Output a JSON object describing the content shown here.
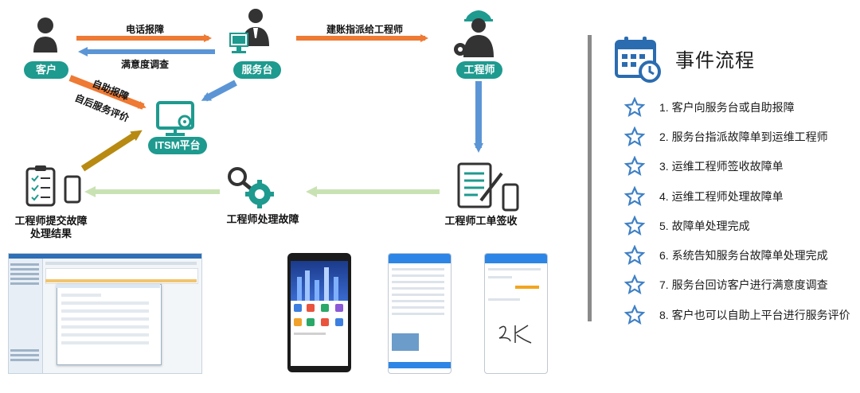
{
  "nodes": {
    "customer": "客户",
    "service_desk": "服务台",
    "engineer": "工程师",
    "itsm": "ITSM平台",
    "sign_off": "工程师工单签收",
    "process": "工程师处理故障",
    "submit": "工程师提交故障\n处理结果"
  },
  "edges": {
    "phone_report": "电话报障",
    "satisfaction": "满意度调查",
    "self_report": "自助报障",
    "self_eval": "自后服务评价",
    "dispatch": "建账指派给工程师"
  },
  "panel": {
    "title": "事件流程",
    "steps": [
      "1. 客户向服务台或自助报障",
      "2. 服务台指派故障单到运维工程师",
      "3. 运维工程师签收故障单",
      "4. 运维工程师处理故障单",
      "5. 故障单处理完成",
      "6. 系统告知服务台故障单处理完成",
      "7. 服务台回访客户进行满意度调查",
      "8. 客户也可以自助上平台进行服务评价"
    ]
  },
  "colors": {
    "teal": "#1e9a8f",
    "orange": "#ee7a34",
    "blue": "#5b95d6",
    "gold": "#b88a12",
    "green_light": "#c9e2b3",
    "star": "#3e80c5",
    "icon_dark": "#333333"
  },
  "icons": [
    "person-icon",
    "service-agent-icon",
    "engineer-icon",
    "monitor-icon",
    "checklist-phone-icon",
    "magnifier-gear-icon",
    "document-pen-icon",
    "calendar-icon",
    "star-icon"
  ]
}
